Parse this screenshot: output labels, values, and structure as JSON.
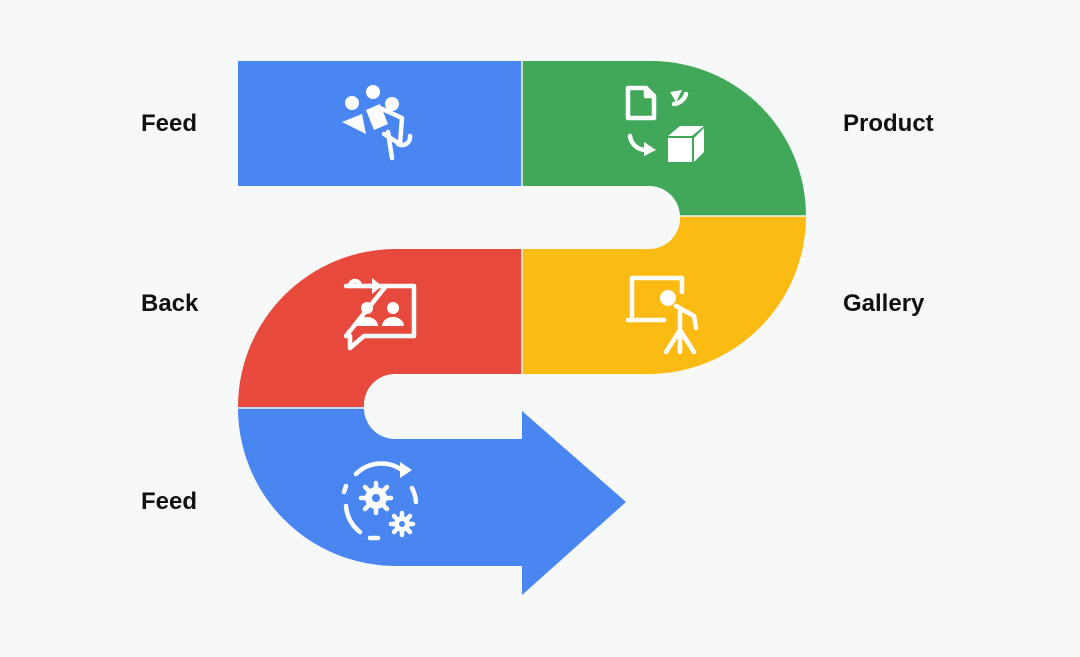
{
  "labels": {
    "feed_top": "Feed",
    "product": "Product",
    "back": "Back",
    "gallery": "Gallery",
    "feed_bottom": "Feed"
  },
  "colors": {
    "background": "#f7f8f8",
    "blue": "#4a86f1",
    "green": "#41a85a",
    "yellow": "#fcbb13",
    "red": "#e74a3d",
    "icon": "#ffffff",
    "text": "#111111"
  },
  "icons": {
    "feed_top": "audience-megaphone-icon",
    "product": "document-to-box-conversion-icon",
    "back": "meeting-chat-return-icon",
    "gallery": "presenter-screen-icon",
    "feed_bottom": "gears-cycle-icon"
  }
}
